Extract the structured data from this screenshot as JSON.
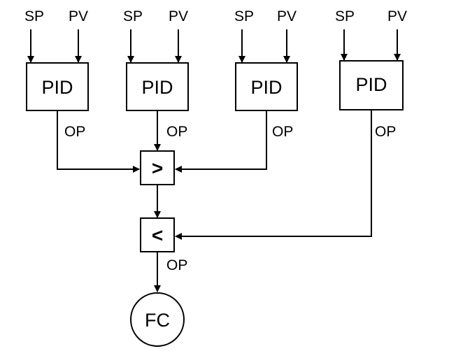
{
  "colors": {
    "stroke": "#000000",
    "background": "#ffffff"
  },
  "controllers": [
    {
      "label": "PID",
      "sp": "SP",
      "pv": "PV",
      "op": "OP"
    },
    {
      "label": "PID",
      "sp": "SP",
      "pv": "PV",
      "op": "OP"
    },
    {
      "label": "PID",
      "sp": "SP",
      "pv": "PV",
      "op": "OP"
    },
    {
      "label": "PID",
      "sp": "SP",
      "pv": "PV",
      "op": "OP"
    }
  ],
  "high_selector": {
    "symbol": ">"
  },
  "low_selector": {
    "symbol": "<",
    "op": "OP"
  },
  "final_element": {
    "label": "FC"
  }
}
